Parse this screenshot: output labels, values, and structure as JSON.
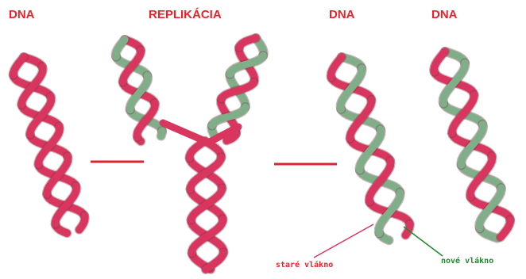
{
  "labels": {
    "dna_left": "DNA",
    "replication": "REPLIKÁCIA",
    "dna_mid": "DNA",
    "dna_right": "DNA",
    "old_strand": "staré vlákno",
    "new_strand": "nové vlákno"
  },
  "colors": {
    "old_strand": "#d8365e",
    "new_strand": "#7fae88",
    "label_red": "#e8232a",
    "label_green": "#1f8a2c",
    "connector_line": "#d92630"
  }
}
